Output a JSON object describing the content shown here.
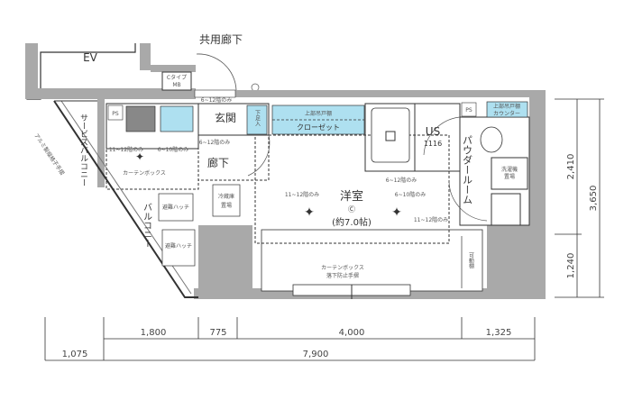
{
  "title": "共用廊下",
  "ev_label": "EV",
  "mb_label": [
    "Cタイプ",
    "MB"
  ],
  "ps_label": "PS",
  "rooms": {
    "entrance": "玄関",
    "shoe_storage": "下足入",
    "hallway": "廊下",
    "closet_top": "上部吊戸棚",
    "closet": "クローゼット",
    "bath": "US",
    "bath_size": "1116",
    "powder_room": "パウダールーム",
    "counter": [
      "上部吊戸棚",
      "カウンター"
    ],
    "western_room": "洋室",
    "western_room_mark": "Ⓒ",
    "western_room_size": "(約7.0帖)",
    "fridge": [
      "冷蔵庫",
      "置場"
    ],
    "washer": [
      "洗濯機",
      "置場"
    ],
    "service_balcony": "サービスバルコニー",
    "balcony": "バルコニー",
    "railing": "アルミ製縦格子手摺",
    "hatch_1": "避難ハッチ",
    "hatch_2": "避難ハッチ",
    "curtain_box": "カーテンボックス",
    "curtain_box_2": "カーテンボックス",
    "fall_guard": "落下防止手摺",
    "movable_shelf": "可動棚"
  },
  "notes": [
    "6~12階のみ",
    "6~12階のみ",
    "11~12階のみ",
    "6~10階のみ",
    "6~12階のみ",
    "11~12階のみ",
    "6~10階のみ",
    "11~12階のみ"
  ],
  "dimensions": {
    "bottom_row1": [
      "1,800",
      "775",
      "4,000",
      "1,325"
    ],
    "bottom_row2": [
      "1,075",
      "7,900"
    ],
    "right": [
      "2,410",
      "3,650",
      "1,240"
    ]
  },
  "colors": {
    "wall": "#a9a9a9",
    "fixture": "#aee0f0",
    "line": "#333333"
  }
}
